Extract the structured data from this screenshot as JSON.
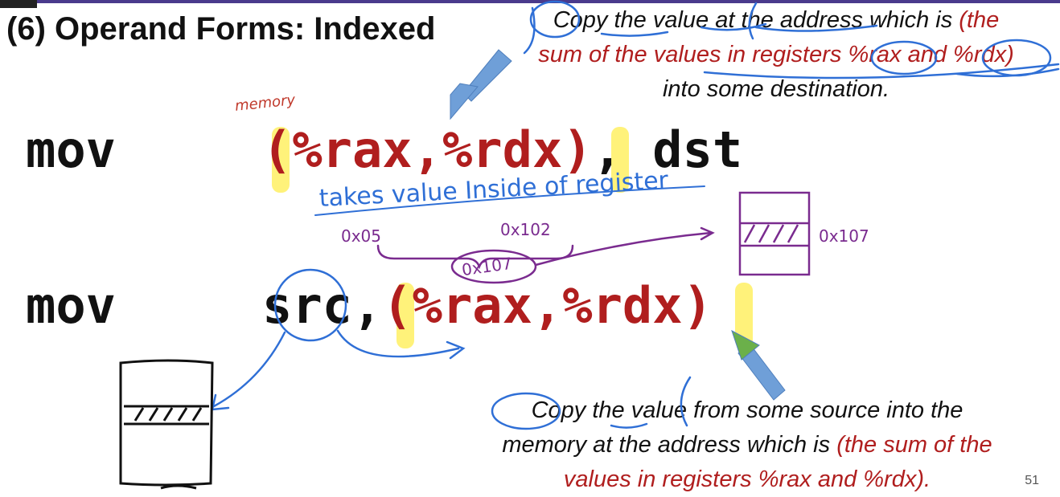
{
  "slide": {
    "title": "(6) Operand Forms: Indexed",
    "page_number": "51",
    "top_note": {
      "line1_black": "Copy the value at the address which is ",
      "line1_red": "(the",
      "line2_red": "sum of the values in registers %rax and %rdx)",
      "line3_black": "into some destination."
    },
    "bottom_note": {
      "line1_black": "Copy the value from some source into the",
      "line2_black": "memory at the address which is ",
      "line2_red": "(the sum of the",
      "line3_red": "values in registers %rax and %rdx)",
      "line3_black": "."
    },
    "instr1": {
      "mnemonic": "mov",
      "paren_open": "(",
      "operand": "%rax,%rdx",
      "paren_close": ")",
      "rest": ", dst"
    },
    "instr2": {
      "mnemonic": "mov",
      "src": "src,",
      "paren_open": "(",
      "operand": "%rax,%rdx",
      "paren_close": ")"
    },
    "annotations": {
      "memory_label": "memory",
      "takes_value": "takes value Inside of register",
      "hex_rax": "0x05",
      "hex_rdx": "0x102",
      "hex_sum": "0x107",
      "hex_dest": "0x107"
    }
  }
}
